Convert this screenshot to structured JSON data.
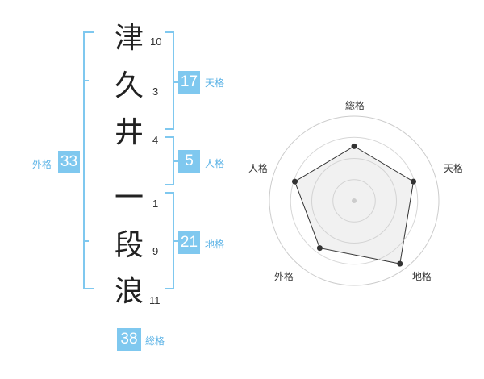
{
  "name": {
    "characters": [
      {
        "char": "津",
        "strokes": "10"
      },
      {
        "char": "久",
        "strokes": "3"
      },
      {
        "char": "井",
        "strokes": "4"
      },
      {
        "char": "一",
        "strokes": "1"
      },
      {
        "char": "段",
        "strokes": "9"
      },
      {
        "char": "浪",
        "strokes": "11"
      }
    ]
  },
  "kakusu": {
    "tenkaku": {
      "value": "17",
      "label": "天格"
    },
    "jinkaku": {
      "value": "5",
      "label": "人格"
    },
    "chikaku": {
      "value": "21",
      "label": "地格"
    },
    "gaikaku": {
      "value": "33",
      "label": "外格"
    },
    "soukaku": {
      "value": "38",
      "label": "総格"
    }
  },
  "colors": {
    "accent": "#7fc8ef",
    "accent_text": "#5cb3e6",
    "radar_fill": "#eeeeee",
    "radar_grid": "#cccccc"
  },
  "chart_data": {
    "type": "radar",
    "axes": [
      "総格",
      "天格",
      "地格",
      "外格",
      "人格"
    ],
    "values": [
      0.7,
      0.8,
      1.0,
      0.75,
      0.8
    ],
    "rings": 4,
    "ring_scale": 0.92
  }
}
